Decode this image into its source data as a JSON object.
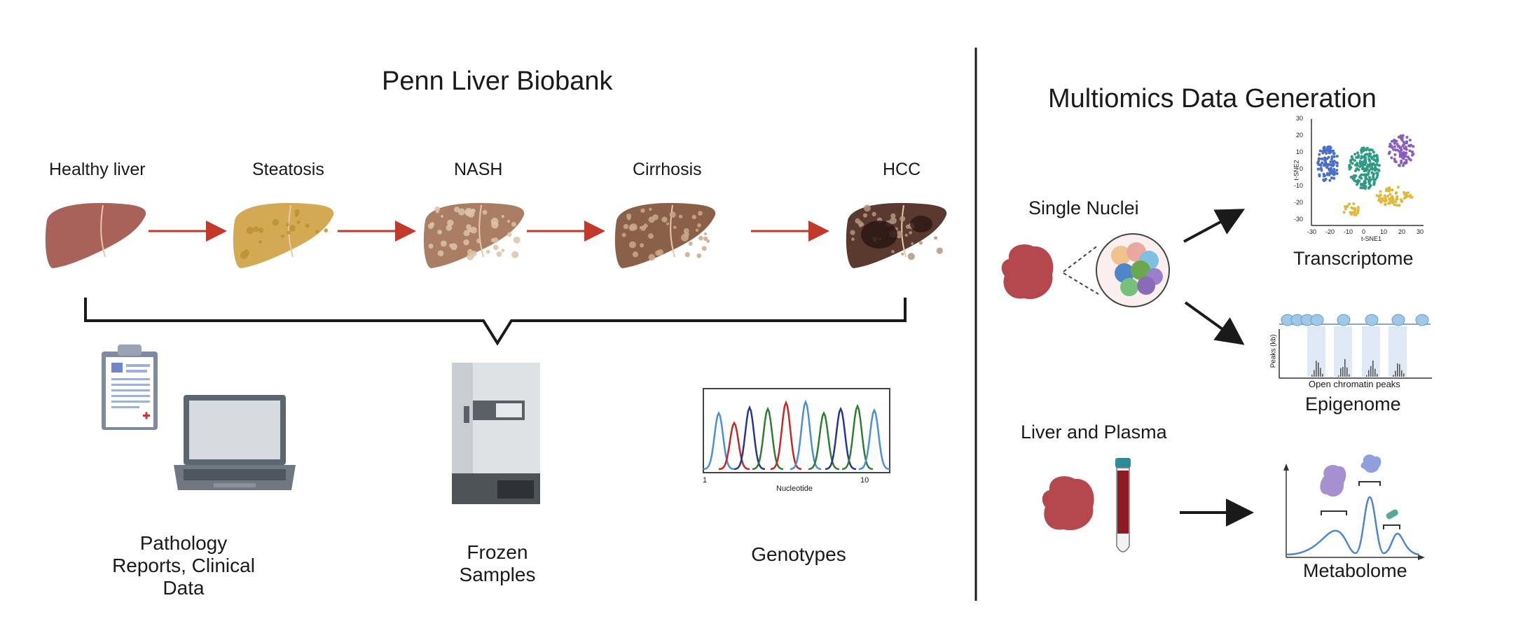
{
  "biobank": {
    "title": "Penn Liver Biobank",
    "stages": [
      {
        "label": "Healthy liver",
        "color": "#a8625a",
        "dot": "#8d4a44"
      },
      {
        "label": "Steatosis",
        "color": "#d3a954",
        "dot": "#bd8f3a"
      },
      {
        "label": "NASH",
        "color": "#a97e62",
        "dot": "#dcc2a8"
      },
      {
        "label": "Cirrhosis",
        "color": "#8a6048",
        "dot": "#c9a98a"
      },
      {
        "label": "HCC",
        "color": "#5a3a2e",
        "dot": "#b59580"
      }
    ],
    "outputs": [
      {
        "label": "Pathology Reports, Clinical Data"
      },
      {
        "label": "Frozen Samples"
      },
      {
        "label": "Genotypes"
      }
    ],
    "chromatogram": {
      "xlabel": "Nucleotide",
      "tick_start": "1",
      "tick_end": "10",
      "colors": [
        "#4a90d9",
        "#c62828",
        "#283593",
        "#2e7d32"
      ]
    }
  },
  "multiomics": {
    "title": "Multiomics Data Generation",
    "single_nuclei_label": "Single Nuclei",
    "liver_plasma_label": "Liver and Plasma",
    "transcriptome": {
      "label": "Transcriptome",
      "xlabel": "t-SNE1",
      "ylabel": "t-SNE2",
      "xticks": [
        "-30",
        "-20",
        "-10",
        "0",
        "10",
        "20",
        "30"
      ],
      "yticks": [
        "30",
        "20",
        "10",
        "0",
        "-10",
        "-20",
        "-30"
      ],
      "cluster_colors": [
        "#4a6fc9",
        "#2e9a86",
        "#8a5cc2",
        "#e0b93a"
      ]
    },
    "epigenome": {
      "label": "Epigenome",
      "ylabel": "Peaks (kb)",
      "xlabel": "Open chromatin peaks"
    },
    "metabolome": {
      "label": "Metabolome"
    }
  },
  "colors": {
    "arrow_red": "#c0392b",
    "line": "#1a1a1a",
    "tissue": "#b5484f"
  }
}
